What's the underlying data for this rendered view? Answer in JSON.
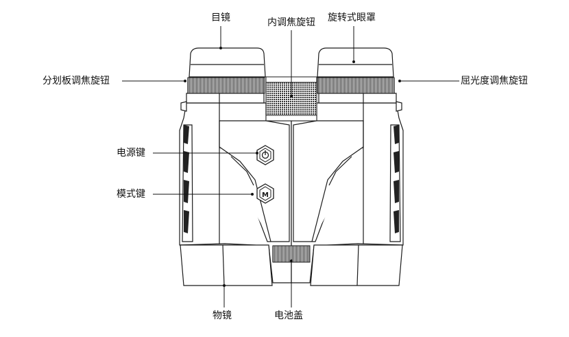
{
  "labels": {
    "eyepiece": "目镜",
    "inner_focus_knob": "内调焦旋钮",
    "rotating_eyecup": "旋转式眼罩",
    "reticle_focus_knob": "分划板调焦旋钮",
    "diopter_focus_knob": "屈光度调焦旋钮",
    "power_key": "电源键",
    "mode_key": "模式键",
    "objective": "物镜",
    "battery_cover": "电池盖"
  },
  "mode_button_glyph": "M",
  "colors": {
    "line": "#1a1a1a",
    "body": "#ffffff",
    "knurl": "#3a3a3a"
  }
}
